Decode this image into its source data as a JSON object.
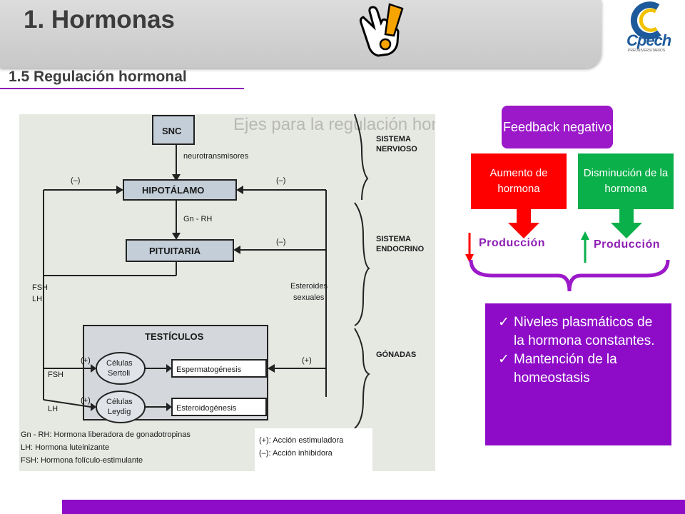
{
  "header": {
    "title": "1. Hormonas",
    "subtitle": "1.5 Regulación hormonal",
    "icons": [
      "pointing-hand-icon",
      "exclamation-icon"
    ]
  },
  "logo": {
    "text": "Cpech",
    "tagline": "PREUNIVERSITARIOS"
  },
  "diagram": {
    "bg_title": "Ejes para la regulación hormonal",
    "boxes": {
      "snc": "SNC",
      "hipotalamo": "HIPOTÁLAMO",
      "pituitaria": "PITUITARIA",
      "testiculos": "TESTÍCULOS",
      "sertoli": "Células Sertoli",
      "leydig": "Células Leydig",
      "espermato": "Espermatogénesis",
      "esteroido": "Esteroidogénesis"
    },
    "arrow_labels": {
      "neuro": "neurotransmisores",
      "gnrh": "Gn - RH",
      "fsh_lh": "FSH\nLH",
      "esteroides": "Esteroides sexuales",
      "fsh": "FSH",
      "lh": "LH",
      "minus": "(–)",
      "plus": "(+)"
    },
    "sections": {
      "nervioso": "SISTEMA NERVIOSO",
      "endocrino": "SISTEMA ENDOCRINO",
      "gonadas": "GÓNADAS"
    },
    "legend_left": [
      "Gn - RH: Hormona liberadora de gonadotropinas",
      "LH: Hormona luteinizante",
      "FSH: Hormona folículo-estimulante"
    ],
    "legend_right": [
      "(+): Acción estimuladora",
      "(–): Acción inhibidora"
    ]
  },
  "feedback": {
    "title": "Feedback negativo",
    "left_box": "Aumento de hormona",
    "right_box": "Disminución de la hormona",
    "left_result": "Producción",
    "right_result": "Producción",
    "bullets": [
      "Niveles plasmáticos de la hormona constantes.",
      "Mantención de la homeostasis"
    ]
  },
  "colors": {
    "purple": "#8e0cc8",
    "red": "#ff0000",
    "green": "#0ab04a"
  }
}
